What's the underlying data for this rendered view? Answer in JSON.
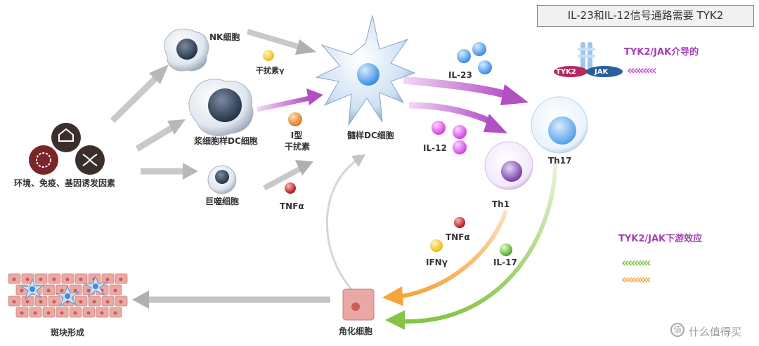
{
  "title": "IL-23和IL-12信号通路需要 TYK2",
  "labels": {
    "factors": "环境、免疫、基因诱发因素",
    "nk": "NK细胞",
    "ifn_gamma_top": "干扰素γ",
    "pdc": "浆细胞样DC细胞",
    "type1_ifn_line1": "I型",
    "type1_ifn_line2": "干扰素",
    "macrophage": "巨噬细胞",
    "tnfa_left": "TNFα",
    "mdc": "髓样DC细胞",
    "il23": "IL-23",
    "il12": "IL-12",
    "th17": "Th17",
    "th1": "Th1",
    "tnfa_mid": "TNFα",
    "ifn_gamma_mid": "IFNγ",
    "il17": "IL-17",
    "keratinocyte": "角化细胞",
    "plaque": "斑块形成"
  },
  "legend": {
    "mediated": "TYK2/JAK介导的",
    "downstream": "TYK2/JAK下游效应",
    "tyk2_tag": "TYK2",
    "jak_tag": "JAK",
    "chevrons_purple": "‹‹‹‹‹‹‹‹‹",
    "chevrons_green": "‹‹‹‹‹‹‹‹‹",
    "chevrons_orange": "‹‹‹‹‹‹‹‹‹"
  },
  "watermark": "什么值得买",
  "watermark_icon": "值",
  "colors": {
    "purple": "#b24fc3",
    "green": "#86c447",
    "orange": "#f5a53b",
    "gray_arrow": "#b8b8b8",
    "blue_cell": "#4a86c8",
    "red_cell": "#c0282e"
  }
}
